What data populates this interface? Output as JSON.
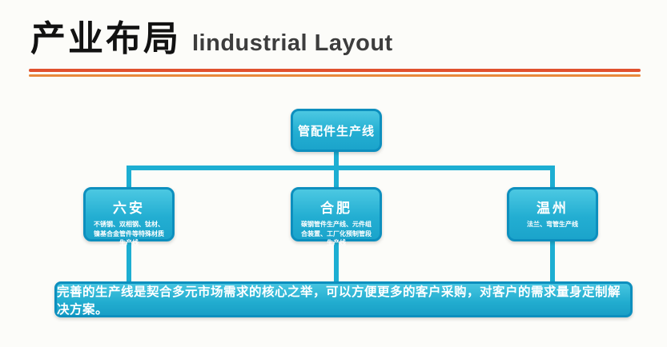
{
  "page": {
    "title_zh": "产业布局",
    "title_en": "Iindustrial Layout"
  },
  "colors": {
    "box_fill": "#23aed2",
    "box_border": "#0d8fbe",
    "connector": "#1daed2",
    "divider_top": "#e0512f",
    "divider_bottom": "#e8893c",
    "title": "#121212",
    "background": "#fcfcf9"
  },
  "chart": {
    "root": {
      "label": "管配件生产线"
    },
    "nodes": [
      {
        "name": "六安",
        "desc": "不锈钢、双相钢、钛材、镍基合金管件等特殊材质生产线"
      },
      {
        "name": "合肥",
        "desc": "碳钢管件生产线、元件组合装置、工厂化预制管段生产线"
      },
      {
        "name": "温州",
        "desc": "法兰、弯管生产线"
      }
    ],
    "footer": "完善的生产线是契合多元市场需求的核心之举，可以方便更多的客户采购，对客户的需求量身定制解决方案。"
  }
}
